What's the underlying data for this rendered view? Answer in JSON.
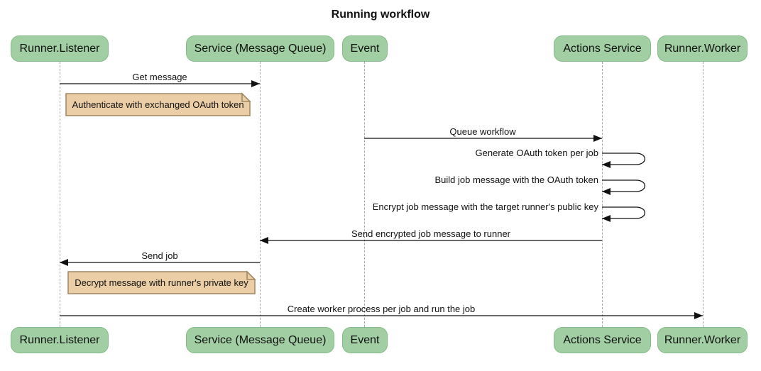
{
  "title": "Running workflow",
  "participants": [
    {
      "id": "runner-listener",
      "label": "Runner.Listener"
    },
    {
      "id": "service-message-queue",
      "label": "Service (Message Queue)"
    },
    {
      "id": "event",
      "label": "Event"
    },
    {
      "id": "actions-service",
      "label": "Actions Service"
    },
    {
      "id": "runner-worker",
      "label": "Runner.Worker"
    }
  ],
  "messages": [
    {
      "label": "Get message",
      "from": "Runner.Listener",
      "to": "Service (Message Queue)",
      "kind": "solid-arrow"
    },
    {
      "label": "Queue workflow",
      "from": "Event",
      "to": "Actions Service",
      "kind": "solid-arrow"
    },
    {
      "label": "Generate OAuth token per job",
      "from": "Actions Service",
      "to": "Actions Service",
      "kind": "self-loop"
    },
    {
      "label": "Build job message with the OAuth token",
      "from": "Actions Service",
      "to": "Actions Service",
      "kind": "self-loop"
    },
    {
      "label": "Encrypt job message with the target runner's public key",
      "from": "Actions Service",
      "to": "Actions Service",
      "kind": "self-loop"
    },
    {
      "label": "Send encrypted job message to runner",
      "from": "Actions Service",
      "to": "Service (Message Queue)",
      "kind": "solid-arrow"
    },
    {
      "label": "Send job",
      "from": "Service (Message Queue)",
      "to": "Runner.Listener",
      "kind": "solid-arrow"
    },
    {
      "label": "Create worker process per job and run the job",
      "from": "Runner.Listener",
      "to": "Runner.Worker",
      "kind": "solid-arrow"
    }
  ],
  "notes": [
    {
      "label": "Authenticate with exchanged OAuth token",
      "position": "right of Runner.Listener"
    },
    {
      "label": "Decrypt message with runner's private key",
      "position": "right of Runner.Listener"
    }
  ],
  "colors": {
    "participant_fill": "#A1CEA3",
    "participant_border": "#85BB88",
    "note_fill": "#EBCEA6",
    "note_border": "#9D8660",
    "lifeline": "#A8A8A8",
    "arrow": "#111111",
    "text": "#111111",
    "bg": "#FFFFFF"
  }
}
